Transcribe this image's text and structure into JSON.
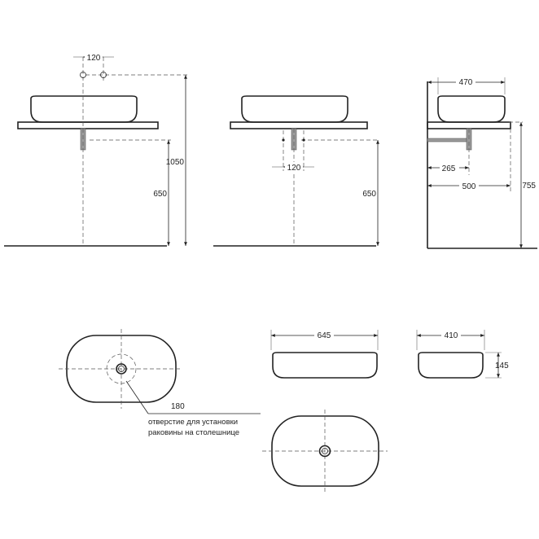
{
  "dimensions": {
    "front_tap_spacing": "120",
    "total_height": "1050",
    "front_counter_height": "650",
    "mid_drain_spacing": "120",
    "mid_counter_height": "650",
    "side_bowl_width": "470",
    "side_drain_offset": "265",
    "side_counter_depth": "500",
    "side_total_height": "755",
    "bowl_length": "645",
    "bowl_width": "410",
    "bowl_height": "145",
    "hole_diameter": "180"
  },
  "notes": {
    "hole_line1": "отверстие для установки",
    "hole_line2": "раковины на столешнице"
  }
}
